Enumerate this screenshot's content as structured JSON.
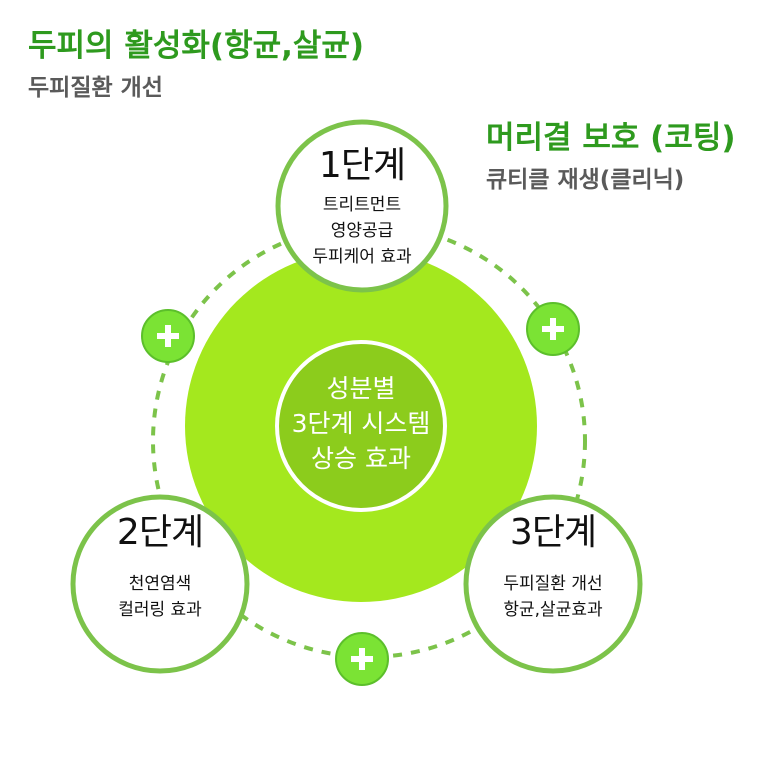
{
  "top_left": {
    "title": "두피의 활성화(항균,살균)",
    "subtitle": "두피질환 개선"
  },
  "top_right": {
    "title": "머리결 보호 (코팅)",
    "subtitle": "큐티클 재생(클리닉)"
  },
  "center": {
    "lines": [
      "성분별",
      "3단계 시스템",
      "상승 효과"
    ]
  },
  "stages": [
    {
      "title": "1단계",
      "lines": [
        "트리트먼트",
        "영양공급",
        "두피케어 효과"
      ]
    },
    {
      "title": "2단계",
      "lines": [
        "천연염색",
        "컬러링 효과"
      ]
    },
    {
      "title": "3단계",
      "lines": [
        "두피질환 개선",
        "항균,살균효과"
      ]
    }
  ],
  "connectors": [
    "plus-icon",
    "plus-icon",
    "plus-icon"
  ],
  "colors": {
    "title_green": "#2e9a1e",
    "subtitle_gray": "#5a5a5a",
    "big_circle": "#a4e81e",
    "inner_circle": "#8ccc1c",
    "ring_stroke": "#7cc34a",
    "plus_badge": "#7be334"
  }
}
